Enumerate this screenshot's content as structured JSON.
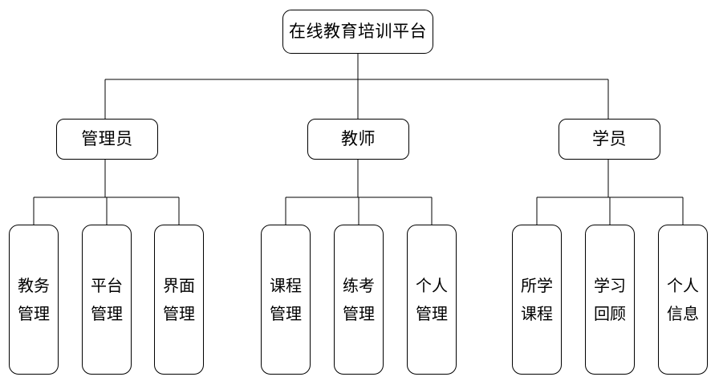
{
  "diagram": {
    "type": "org-tree",
    "title": "在线教育培训平台",
    "line_color": "#000000",
    "box_border_color": "#000000",
    "background_color": "#ffffff",
    "root": {
      "label": "在线教育培训平台"
    },
    "levels": [
      {
        "label": "管理员",
        "children": [
          {
            "label": "教务\n管理"
          },
          {
            "label": "平台\n管理"
          },
          {
            "label": "界面\n管理"
          }
        ]
      },
      {
        "label": "教师",
        "children": [
          {
            "label": "课程\n管理"
          },
          {
            "label": "练考\n管理"
          },
          {
            "label": "个人\n管理"
          }
        ]
      },
      {
        "label": "学员",
        "children": [
          {
            "label": "所学\n课程"
          },
          {
            "label": "学习\n回顾"
          },
          {
            "label": "个人\n信息"
          }
        ]
      }
    ]
  }
}
